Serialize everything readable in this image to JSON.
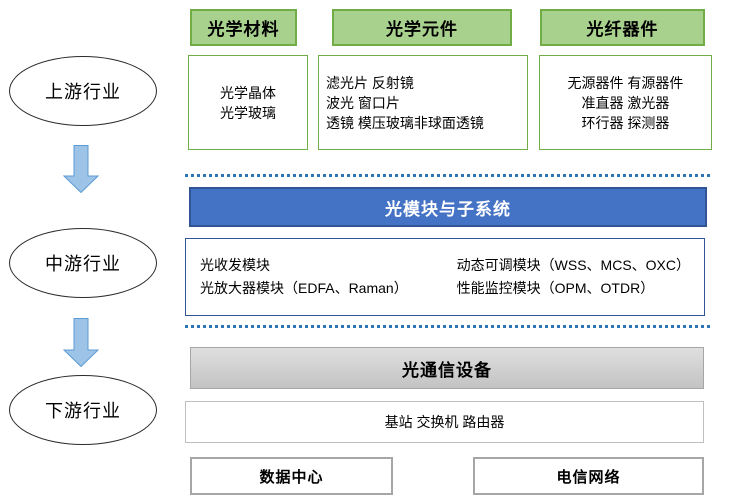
{
  "palette": {
    "green_fill": "#A9D18E",
    "green_border": "#70AD47",
    "blue_fill": "#4472C4",
    "blue_border": "#2F5597",
    "arrow_fill": "#9DC3E6",
    "arrow_border": "#5B9BD5",
    "dotted_line": "#2E75B6",
    "gray_border": "#A6A6A6"
  },
  "stages": [
    {
      "label": "上游行业"
    },
    {
      "label": "中游行业"
    },
    {
      "label": "下游行业"
    }
  ],
  "upstream": {
    "groups": [
      {
        "header": "光学材料",
        "lines": [
          "光学晶体",
          "光学玻璃"
        ]
      },
      {
        "header": "光学元件",
        "lines": [
          "滤光片 反射镜",
          "波光 窗口片",
          "透镜 模压玻璃非球面透镜"
        ]
      },
      {
        "header": "光纤器件",
        "lines": [
          "无源器件 有源器件",
          "准直器 激光器",
          "环行器 探测器"
        ]
      }
    ]
  },
  "midstream": {
    "header": "光模块与子系统",
    "left_lines": [
      "光收发模块",
      "光放大器模块（EDFA、Raman）"
    ],
    "right_lines": [
      "动态可调模块（WSS、MCS、OXC）",
      "性能监控模块（OPM、OTDR）"
    ]
  },
  "downstream": {
    "header": "光通信设备",
    "devices": "基站 交换机 路由器",
    "markets": [
      {
        "label": "数据中心"
      },
      {
        "label": "电信网络"
      }
    ]
  }
}
